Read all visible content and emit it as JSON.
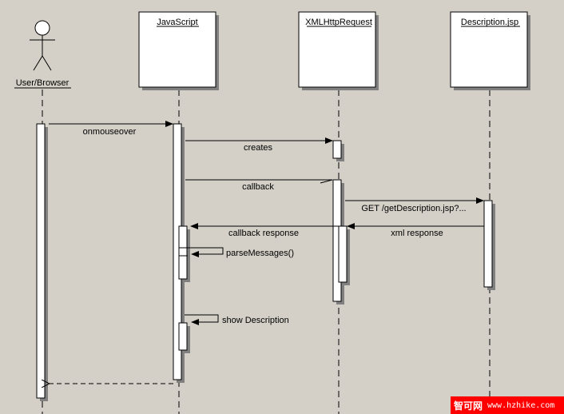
{
  "diagram": {
    "actor": {
      "label": "User/Browser"
    },
    "participants": [
      {
        "id": "javascript",
        "label": "JavaScript"
      },
      {
        "id": "xmlhttprequest",
        "label": "XMLHttpRequest"
      },
      {
        "id": "description_jsp",
        "label": "Description.jsp"
      }
    ],
    "messages": [
      {
        "id": "onmouseover",
        "label": "onmouseover",
        "from": "User/Browser",
        "to": "JavaScript",
        "kind": "call"
      },
      {
        "id": "creates",
        "label": "creates",
        "from": "JavaScript",
        "to": "XMLHttpRequest",
        "kind": "call"
      },
      {
        "id": "callback",
        "label": "callback",
        "from": "JavaScript",
        "to": "XMLHttpRequest",
        "kind": "call"
      },
      {
        "id": "get_description",
        "label": "GET /getDescription.jsp?...",
        "from": "XMLHttpRequest",
        "to": "Description.jsp",
        "kind": "call"
      },
      {
        "id": "xml_response",
        "label": "xml response",
        "from": "Description.jsp",
        "to": "XMLHttpRequest",
        "kind": "call"
      },
      {
        "id": "callback_response",
        "label": "callback response",
        "from": "XMLHttpRequest",
        "to": "JavaScript",
        "kind": "call"
      },
      {
        "id": "parse_messages",
        "label": "parseMessages()",
        "from": "JavaScript",
        "to": "JavaScript",
        "kind": "self"
      },
      {
        "id": "show_description",
        "label": "show Description",
        "from": "JavaScript",
        "to": "JavaScript",
        "kind": "self"
      },
      {
        "id": "return",
        "label": "",
        "from": "JavaScript",
        "to": "User/Browser",
        "kind": "return"
      }
    ]
  },
  "watermark": {
    "cn": "智可网",
    "url": "www.hzhike.com"
  },
  "colors": {
    "background": "#d4d0c8",
    "box_fill": "#ffffff",
    "shadow": "#808080",
    "watermark": "#ff0000"
  }
}
